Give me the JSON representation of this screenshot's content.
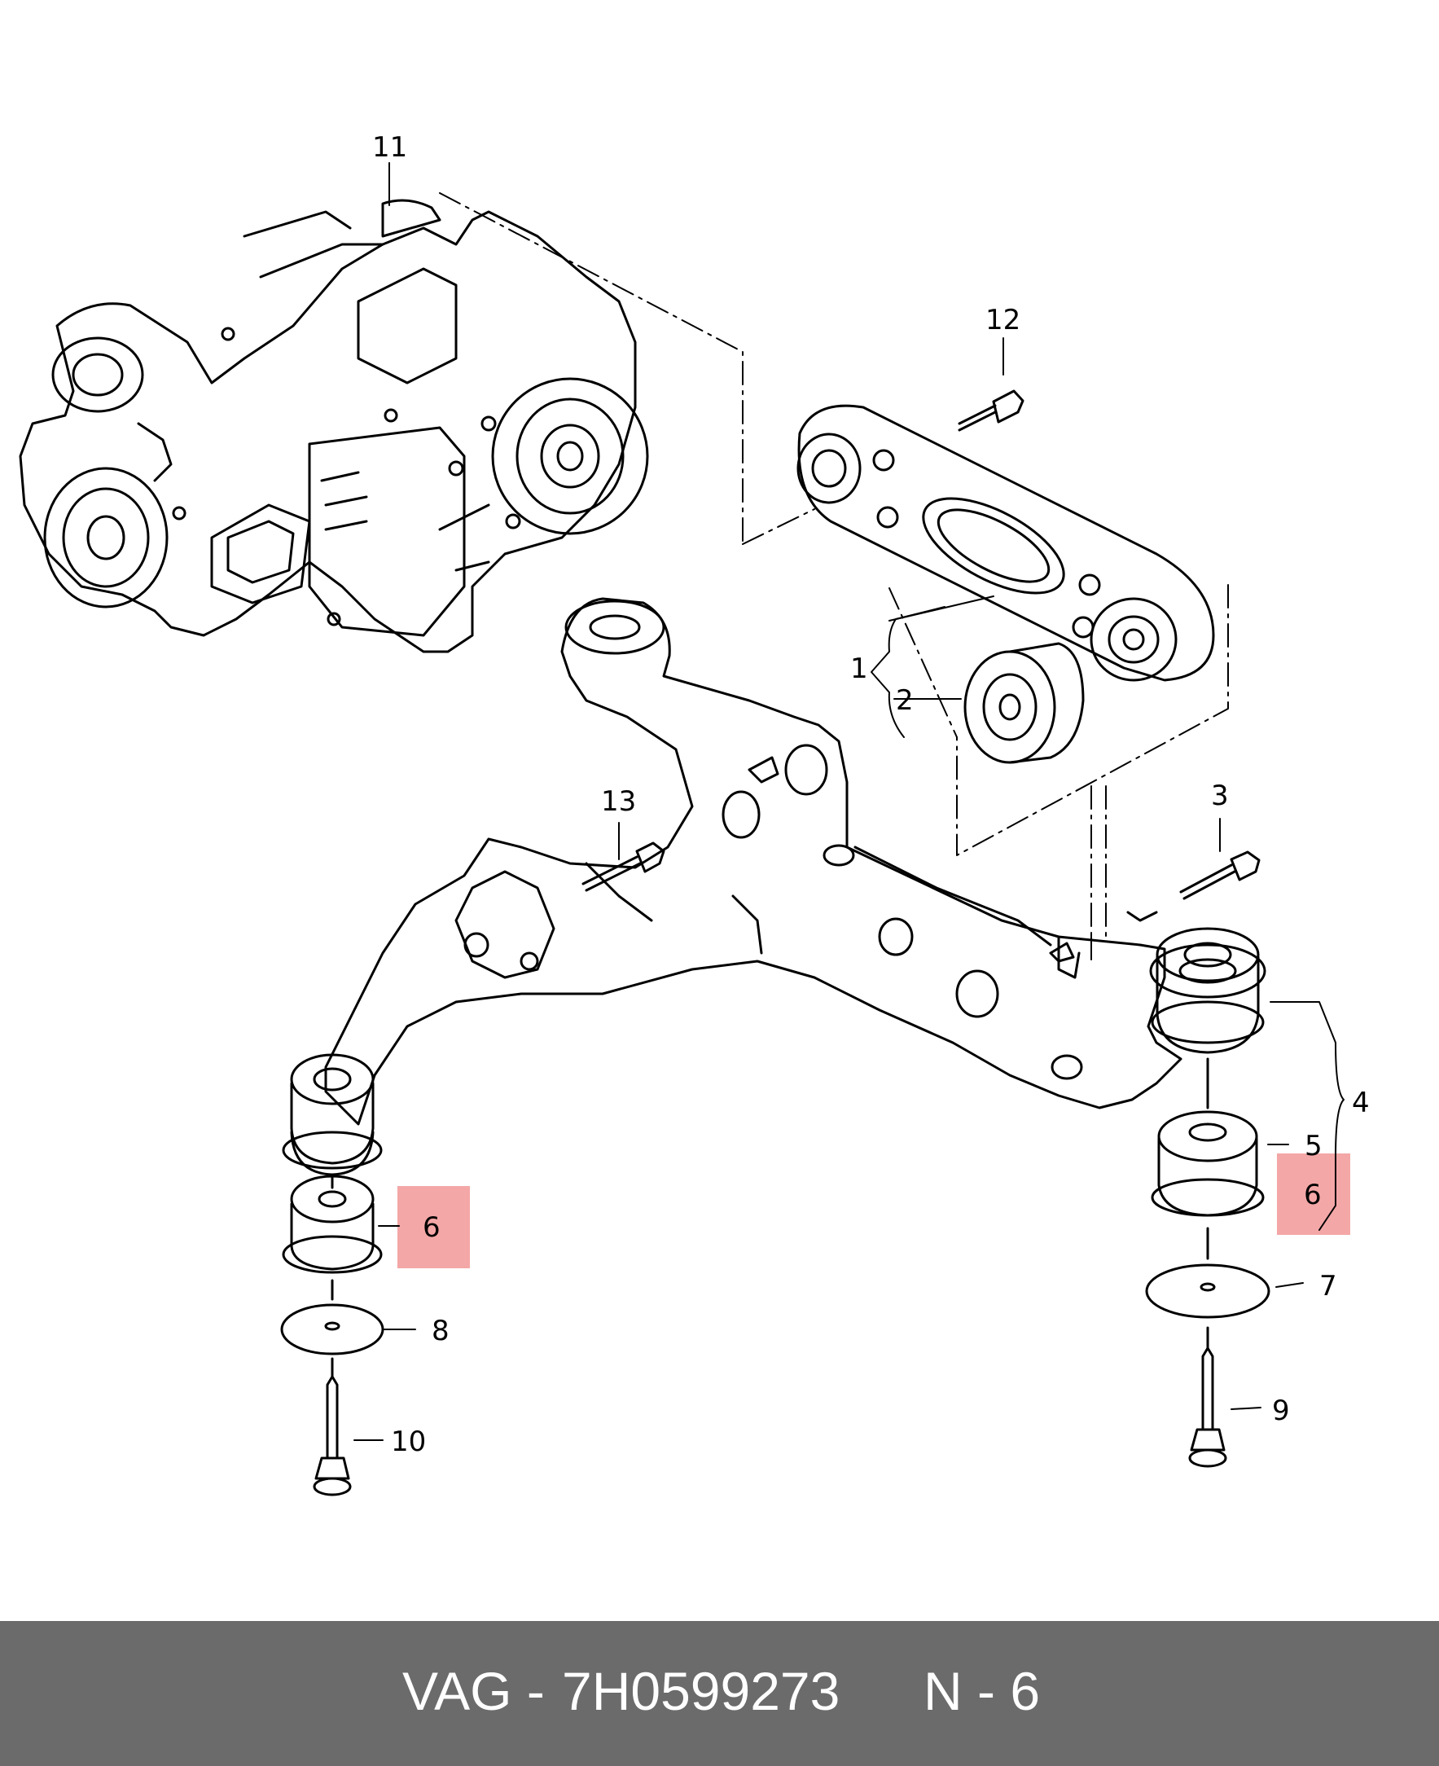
{
  "colors": {
    "line": "#000000",
    "highlight": "#f08a8a",
    "footer_bg": "#6b6b6b",
    "footer_text": "#ffffff"
  },
  "callouts": {
    "c1": "1",
    "c2": "2",
    "c3": "3",
    "c4": "4",
    "c5": "5",
    "c6_left": "6",
    "c6_right": "6",
    "c7": "7",
    "c8": "8",
    "c9": "9",
    "c10": "10",
    "c11": "11",
    "c12": "12",
    "c13": "13"
  },
  "highlighted_callouts": [
    "6"
  ],
  "footer": {
    "brand": "VAG -",
    "part_number": "7H0599273",
    "position": "N - 6"
  }
}
